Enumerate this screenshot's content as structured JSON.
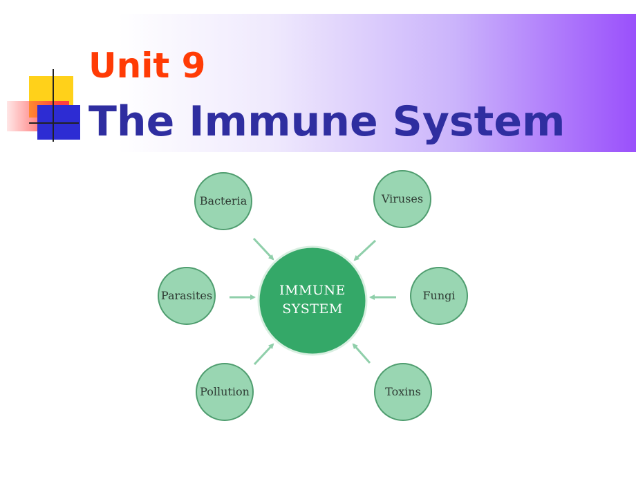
{
  "slide": {
    "title_line1": "Unit 9",
    "title_line2": "The Immune System"
  },
  "diagram": {
    "center": {
      "line1": "IMMUNE",
      "line2": "SYSTEM"
    },
    "nodes": [
      {
        "label": "Bacteria"
      },
      {
        "label": "Viruses"
      },
      {
        "label": "Parasites"
      },
      {
        "label": "Fungi"
      },
      {
        "label": "Pollution"
      },
      {
        "label": "Toxins"
      }
    ]
  },
  "colors": {
    "title_red": "#ff3b05",
    "title_blue": "#2f2ea0",
    "center_fill": "#34a868",
    "node_fill": "#99d6b2",
    "arrow": "#8fcfaa"
  }
}
